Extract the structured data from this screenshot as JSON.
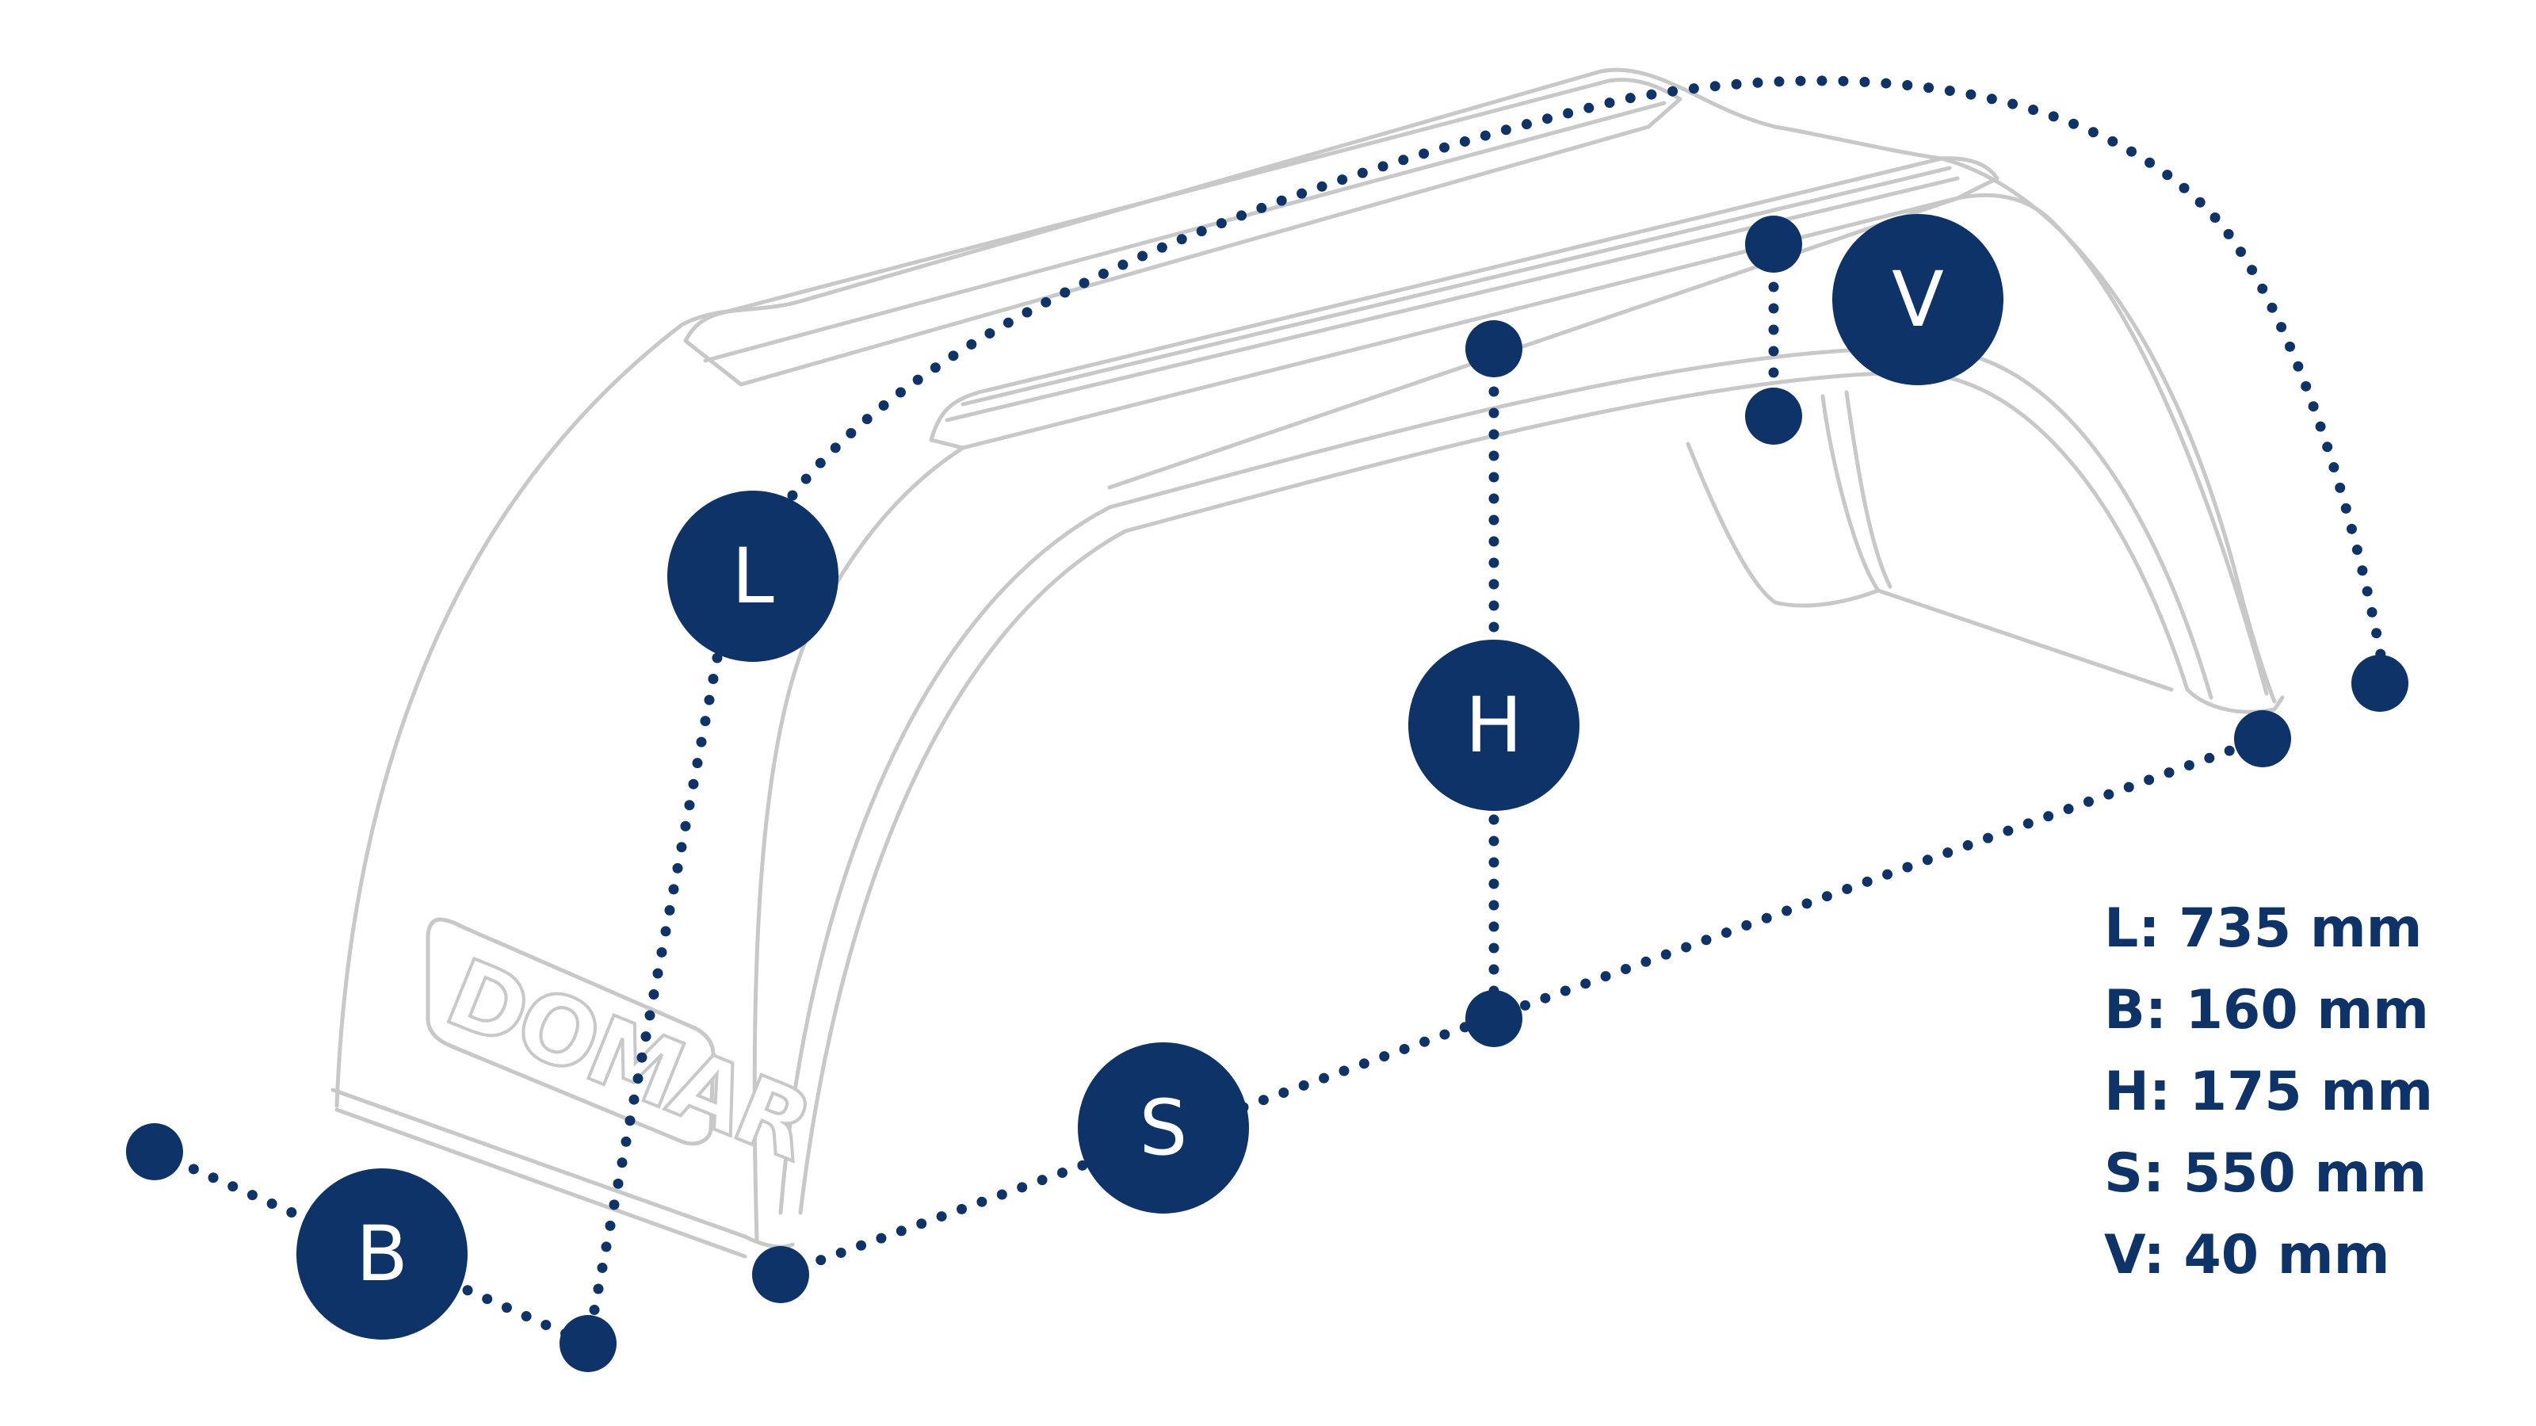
{
  "colors": {
    "accent": "#0d3369",
    "outline": "#c8c8c8",
    "background": "#ffffff"
  },
  "logo": {
    "text": "DOMAR"
  },
  "badges": {
    "L": "L",
    "B": "B",
    "H": "H",
    "S": "S",
    "V": "V"
  },
  "specs": [
    {
      "id": "L",
      "text": "L: 735 mm"
    },
    {
      "id": "B",
      "text": "B: 160 mm"
    },
    {
      "id": "H",
      "text": "H: 175 mm"
    },
    {
      "id": "S",
      "text": "S: 550 mm"
    },
    {
      "id": "V",
      "text": "V: 40 mm"
    }
  ]
}
